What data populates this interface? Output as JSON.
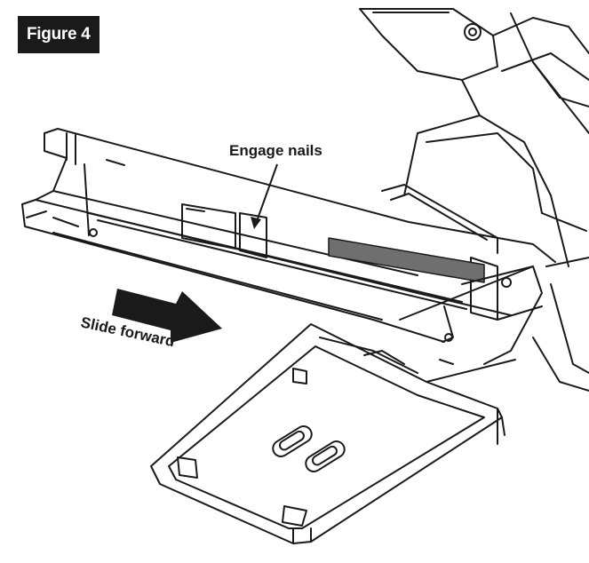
{
  "figure": {
    "label": "Figure 4"
  },
  "callouts": {
    "engage": "Engage nails",
    "slide": "Slide forward"
  },
  "colors": {
    "line": "#1a1a1a",
    "fill": "#ffffff",
    "shade": "#6f6f6f",
    "label_bg": "#1a1a1a",
    "label_text": "#ffffff"
  }
}
